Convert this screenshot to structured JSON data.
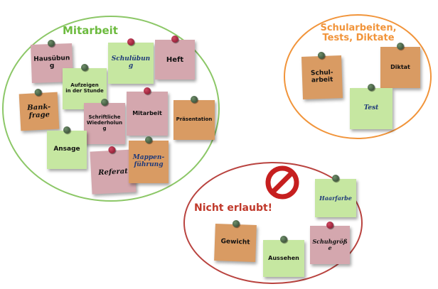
{
  "groups": {
    "mitarbeit": {
      "title": "Mitarbeit",
      "title_color": "#6dbb3f",
      "border_color": "#8cc767"
    },
    "schularbeiten": {
      "title": "Schularbeiten,\nTests, Diktate",
      "title_color": "#f1943a",
      "border_color": "#f1943a"
    },
    "nicht_erlaubt": {
      "title": "Nicht erlaubt!",
      "title_color": "#c0392b",
      "border_color": "#b9433f"
    }
  },
  "notes": {
    "hausuebung": "Hausübung",
    "aufzeigen": "Aufzeigen\nin der Stunde",
    "schuluebung": "Schulübung",
    "heft": "Heft",
    "bankfrage": "Bank-\nfrage",
    "schriftliche": "Schriftliche\nWiederholung",
    "mitarbeit": "Mitarbeit",
    "praesentation": "Präsentation",
    "ansage": "Ansage",
    "referat": "Referat",
    "mappenfuehrung": "Mappen-\nführung",
    "schularbeit": "Schul-\narbeit",
    "diktat": "Diktat",
    "test": "Test",
    "haarfarbe": "Haarfarbe",
    "gewicht": "Gewicht",
    "aussehen": "Aussehen",
    "schuhgroesse": "Schuhgröße"
  },
  "icons": {
    "forbidden": "no-entry-sign-icon"
  },
  "colors": {
    "note_pink": "#d4a7ae",
    "note_green": "#c6e7a1",
    "note_orange": "#d99b63",
    "forbidden_red": "#c61f1f"
  }
}
